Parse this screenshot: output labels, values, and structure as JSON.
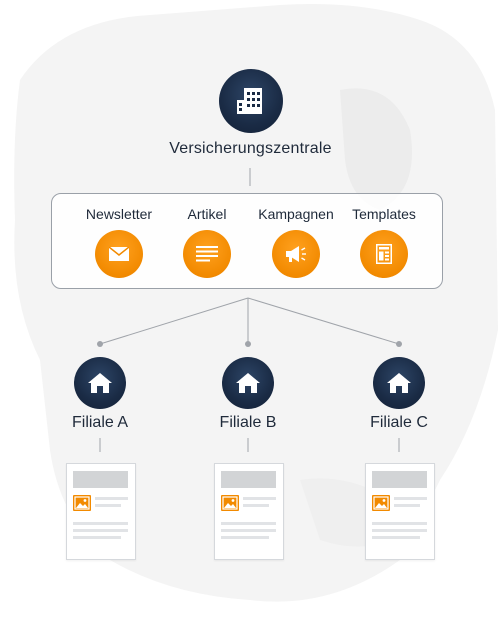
{
  "headquarters": {
    "label": "Versicherungszentrale",
    "icon": "office-building-icon"
  },
  "channels": [
    {
      "label": "Newsletter",
      "icon": "envelope-icon"
    },
    {
      "label": "Artikel",
      "icon": "text-lines-icon"
    },
    {
      "label": "Kampagnen",
      "icon": "megaphone-icon"
    },
    {
      "label": "Templates",
      "icon": "template-layout-icon"
    }
  ],
  "branches": [
    {
      "label": "Filiale A",
      "icon": "house-icon"
    },
    {
      "label": "Filiale B",
      "icon": "house-icon"
    },
    {
      "label": "Filiale C",
      "icon": "house-icon"
    }
  ],
  "colors": {
    "navy": "#1a2b45",
    "orange": "#f28a00",
    "connector": "#a0a4aa",
    "map": "#f4f4f4"
  }
}
